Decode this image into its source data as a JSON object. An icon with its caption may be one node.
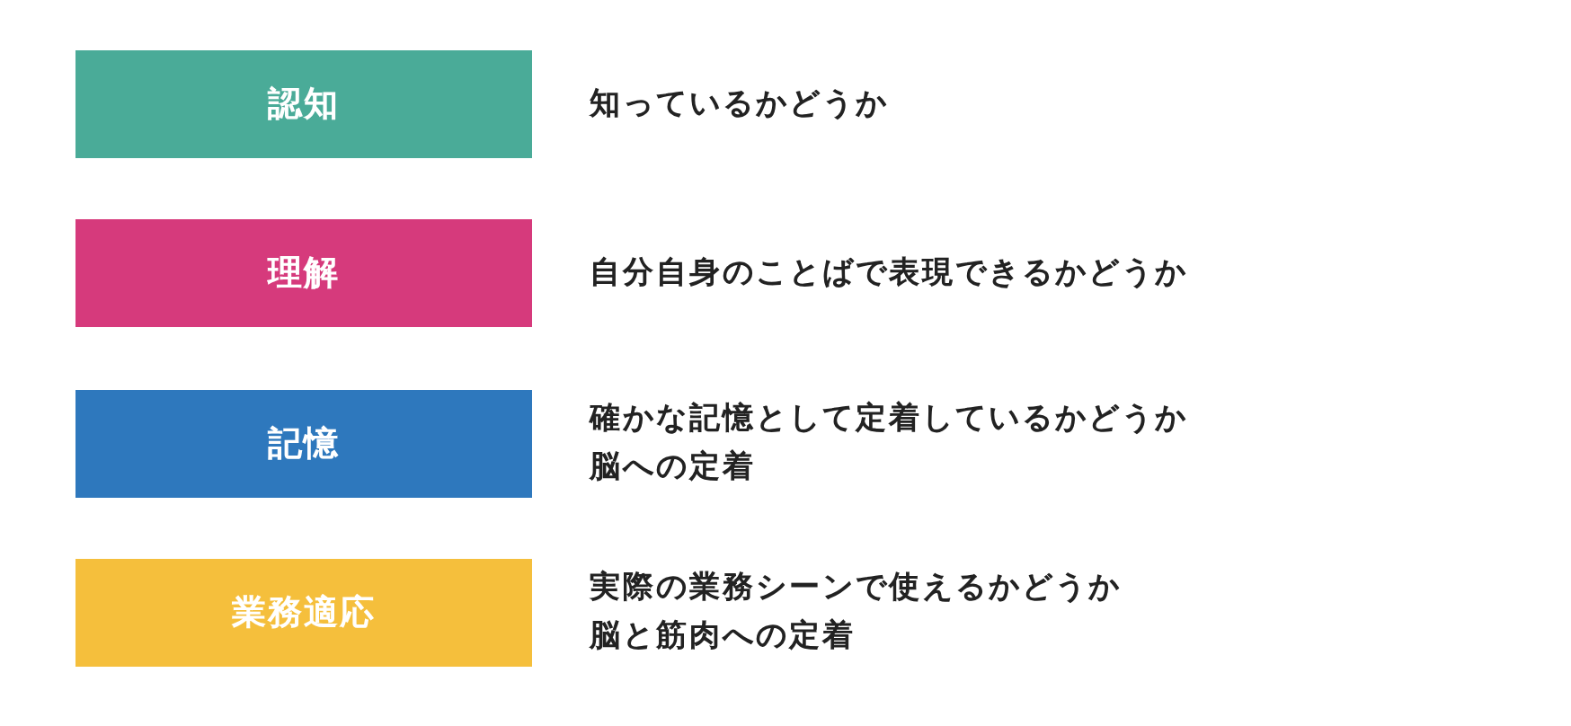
{
  "diagram": {
    "nodes": [
      {
        "text": [
          "認知"
        ],
        "beside": [
          "知っているかどうか"
        ]
      },
      {
        "text": [
          "理解"
        ],
        "beside": [
          "自分自身のことばで表現できるかどうか"
        ]
      },
      {
        "text": [
          "記憶"
        ],
        "beside": [
          "確かな記憶として定着しているかどうか",
          "脳への定着"
        ]
      },
      {
        "text": [
          "業務適応"
        ],
        "beside": [
          "実際の業務シーンで使えるかどうか",
          "脳と筋肉への定着"
        ]
      }
    ]
  }
}
